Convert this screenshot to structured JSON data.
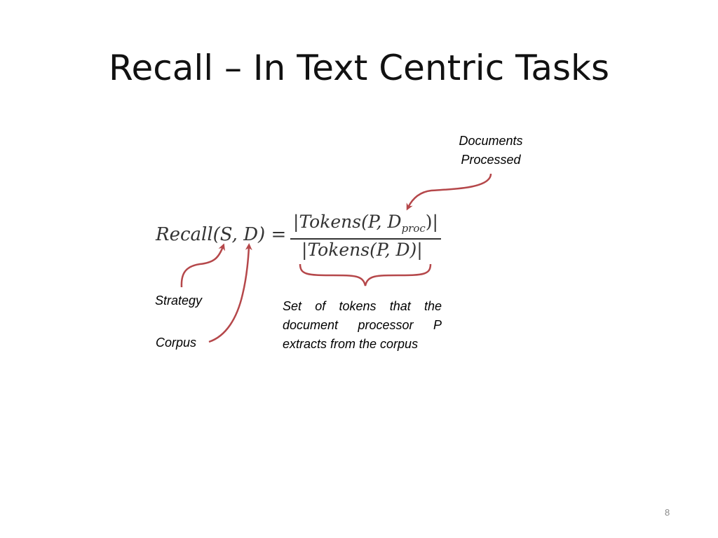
{
  "slide": {
    "title": "Recall – In Text Centric Tasks",
    "page_number": "8"
  },
  "formula": {
    "lhs_function": "Recall",
    "lhs_args": "(S, D)",
    "equals": " =",
    "numerator_open": "|",
    "numerator_func": "Tokens",
    "numerator_args": "(P, D",
    "numerator_subscript": "proc",
    "numerator_close": ")|",
    "denominator_open": "|",
    "denominator_func": "Tokens",
    "denominator_args": "(P, D)|"
  },
  "annotations": {
    "documents_processed_line1": "Documents",
    "documents_processed_line2": "Processed",
    "strategy": "Strategy",
    "corpus": "Corpus",
    "token_set": "Set of tokens that the document processor P extracts from the corpus"
  },
  "colors": {
    "arrow": "#b5474a",
    "formula_text": "#333333",
    "page_number": "#8a8a8a"
  }
}
